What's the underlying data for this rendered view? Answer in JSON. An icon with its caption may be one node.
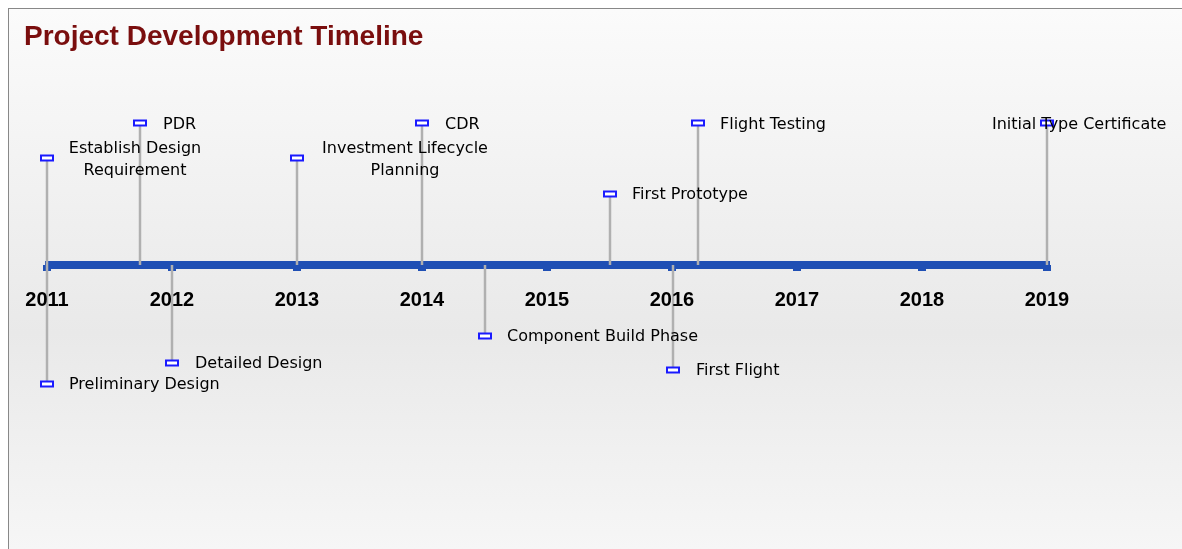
{
  "diagram": {
    "title": "Project Development Timeline",
    "labels": [
      "PDR",
      "CDR",
      "Flight Testing",
      "Initial Type Certificate",
      "Establish Design Requirement",
      "Investment Lifecycle Planning",
      "First Prototype",
      "2011",
      "2012",
      "2013",
      "2014",
      "2015",
      "2016",
      "2017",
      "2018",
      "2019",
      "Component Build Phase",
      "Detailed Design",
      "First Flight",
      "Preliminary Design"
    ]
  }
}
